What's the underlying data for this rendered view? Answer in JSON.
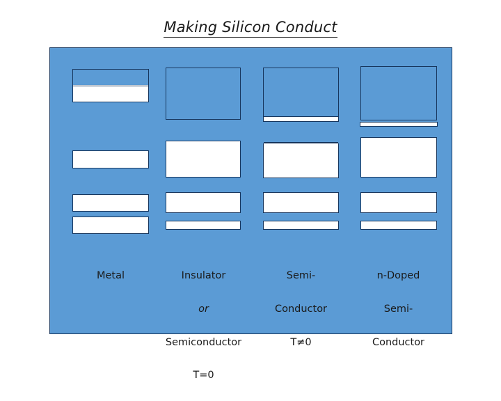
{
  "title": {
    "text": "Making Silicon Conduct",
    "underlined": true
  },
  "colors": {
    "panel_background": "#5b9bd5",
    "outline": "#17365d",
    "filled_band": "#ffffff",
    "page_background": "#ffffff",
    "text": "#1a1a1a"
  },
  "diagram": {
    "type": "energy-band-diagram",
    "columns": [
      {
        "id": "metal",
        "label_lines": [
          "Metal"
        ],
        "label_italic_lines": [],
        "bands": [
          {
            "name": "conduction-band-partially-filled",
            "state": "half-filled",
            "fill": "lower-half"
          },
          {
            "name": "filled-band-1",
            "state": "filled"
          },
          {
            "name": "filled-band-2",
            "state": "filled"
          },
          {
            "name": "filled-band-3",
            "state": "filled"
          }
        ]
      },
      {
        "id": "insulator-semiconductor-t0",
        "label_lines": [
          "Insulator",
          "or",
          "Semiconductor",
          "T=0"
        ],
        "label_italic_lines": [
          "or"
        ],
        "bands": [
          {
            "name": "conduction-band-empty",
            "state": "empty"
          },
          {
            "name": "valence-band-filled",
            "state": "filled"
          },
          {
            "name": "filled-band-2",
            "state": "filled"
          },
          {
            "name": "filled-band-3",
            "state": "filled"
          }
        ]
      },
      {
        "id": "semiconductor-tnot0",
        "label_lines": [
          "Semi-",
          "Conductor",
          "T≠0"
        ],
        "label_italic_lines": [],
        "bands": [
          {
            "name": "conduction-band-slightly-filled",
            "state": "mostly-empty",
            "fill": "thin-bottom-strip"
          },
          {
            "name": "valence-band-slightly-empty",
            "state": "mostly-filled",
            "fill": "thin-top-gap"
          },
          {
            "name": "filled-band-2",
            "state": "filled"
          },
          {
            "name": "filled-band-3",
            "state": "filled"
          }
        ]
      },
      {
        "id": "n-doped-semiconductor",
        "label_lines": [
          "n-Doped",
          "Semi-",
          "Conductor"
        ],
        "label_italic_lines": [],
        "bands": [
          {
            "name": "conduction-band-empty",
            "state": "empty"
          },
          {
            "name": "donor-level-filled",
            "state": "filled-thin-bar"
          },
          {
            "name": "valence-band-filled",
            "state": "filled"
          },
          {
            "name": "filled-band-2",
            "state": "filled"
          },
          {
            "name": "filled-band-3",
            "state": "filled"
          }
        ]
      }
    ]
  },
  "labels": {
    "metal": "Metal",
    "insulator_line1": "Insulator",
    "insulator_line2": "or",
    "insulator_line3": "Semiconductor",
    "insulator_line4": "T=0",
    "semiconductor_line1": "Semi-",
    "semiconductor_line2": "Conductor",
    "semiconductor_line3": "T≠0",
    "ndoped_line1": "n-Doped",
    "ndoped_line2": "Semi-",
    "ndoped_line3": "Conductor"
  }
}
